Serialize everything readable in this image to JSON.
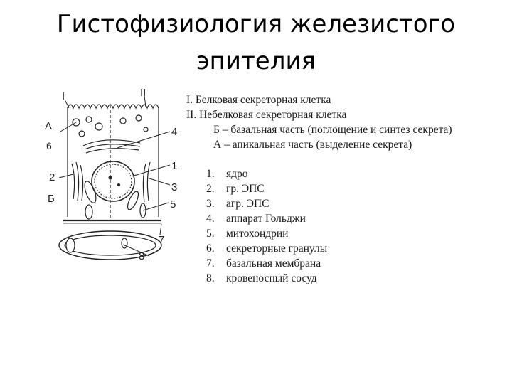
{
  "slide": {
    "title_line1": "Гистофизиология железистого",
    "title_line2": "эпителия"
  },
  "diagram": {
    "labels": {
      "top_I": "I",
      "top_II": "II",
      "A": "А",
      "B": "Б",
      "n1": "1",
      "n2": "2",
      "n3": "3",
      "n4": "4",
      "n5": "5",
      "n6": "6",
      "n7": "7",
      "n8": "8"
    }
  },
  "legend": {
    "cell_I": "I. Белковая секреторная клетка",
    "cell_II": "II. Небелковая секреторная клетка",
    "part_B": "Б – базальная часть (поглощение и синтез секрета)",
    "part_A": "А – апикальная часть (выделение секрета)",
    "items": [
      {
        "num": "1.",
        "text": "ядро"
      },
      {
        "num": "2.",
        "text": "гр. ЭПС"
      },
      {
        "num": "3.",
        "text": "агр. ЭПС"
      },
      {
        "num": "4.",
        "text": "аппарат Гольджи"
      },
      {
        "num": "5.",
        "text": "митохондрии"
      },
      {
        "num": "6.",
        "text": "секреторные гранулы"
      },
      {
        "num": "7.",
        "text": "базальная мембрана"
      },
      {
        "num": "8.",
        "text": "кровеносный сосуд"
      }
    ]
  }
}
